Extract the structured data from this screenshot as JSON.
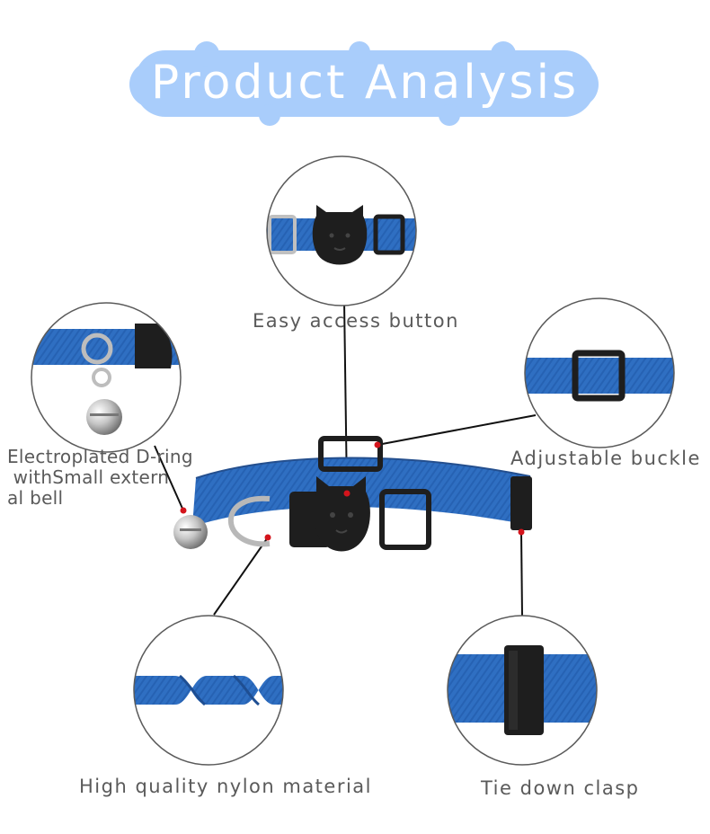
{
  "title": "Product Analysis",
  "labels": {
    "access_button": "Easy access button",
    "bell": "Electroplated D-ring\n withSmall extern\nal bell",
    "buckle": "Adjustable buckle",
    "nylon": "High quality nylon material",
    "clasp": "Tie down clasp"
  },
  "colors": {
    "title_bg": "#a9cdfb",
    "title_text": "#ffffff",
    "nylon_blue": "#2f6fc2",
    "plastic": "#1e1e1e",
    "marker": "#d4141c",
    "leader_line": "#111111",
    "label_text": "#5a5a5a"
  }
}
